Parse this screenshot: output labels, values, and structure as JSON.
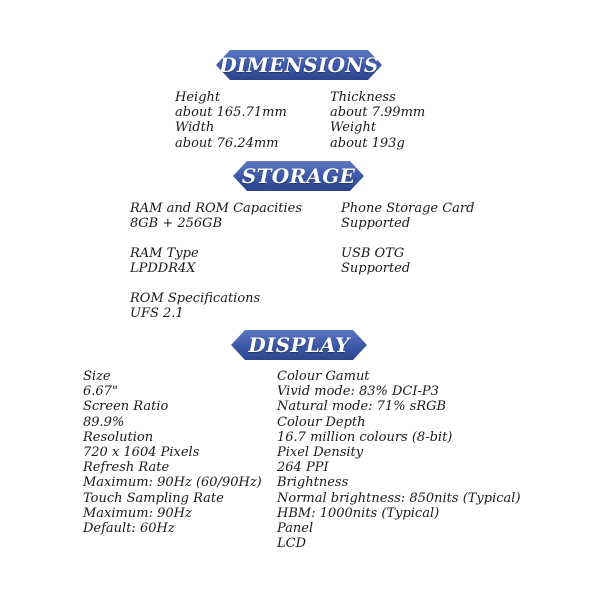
{
  "sections": {
    "dimensions": {
      "title": "DIMENSIONS",
      "left": [
        "Height",
        "about 165.71mm",
        "Width",
        "about 76.24mm"
      ],
      "right": [
        "Thickness",
        "about 7.99mm",
        "Weight",
        "about 193g"
      ]
    },
    "storage": {
      "title": "STORAGE",
      "items": [
        {
          "label": "RAM and ROM Capacities",
          "value": "8GB + 256GB"
        },
        {
          "label": "Phone Storage Card",
          "value": "Supported"
        },
        {
          "label": "RAM Type",
          "value": "LPDDR4X"
        },
        {
          "label": "USB OTG",
          "value": "Supported"
        },
        {
          "label": "ROM Specifications",
          "value": "UFS 2.1"
        }
      ]
    },
    "display": {
      "title": "DISPLAY",
      "left": [
        "Size",
        "6.67\"",
        "Screen Ratio",
        "89.9%",
        "Resolution",
        "720 x 1604 Pixels",
        "Refresh Rate",
        "Maximum: 90Hz (60/90Hz)",
        "Touch Sampling Rate",
        "Maximum: 90Hz",
        "Default: 60Hz"
      ],
      "right": [
        "Colour Gamut",
        "Vivid mode: 83% DCI-P3",
        "Natural mode: 71% sRGB",
        "Colour Depth",
        "16.7 million colours (8-bit)",
        "Pixel Density",
        "264 PPI",
        "Brightness",
        "Normal brightness: 850nits (Typical)",
        "HBM: 1000nits (Typical)",
        "Panel",
        "LCD"
      ]
    }
  },
  "colors": {
    "banner_top": "#5d78c2",
    "banner_bottom": "#2c468f",
    "text": "#1a1a1a"
  }
}
